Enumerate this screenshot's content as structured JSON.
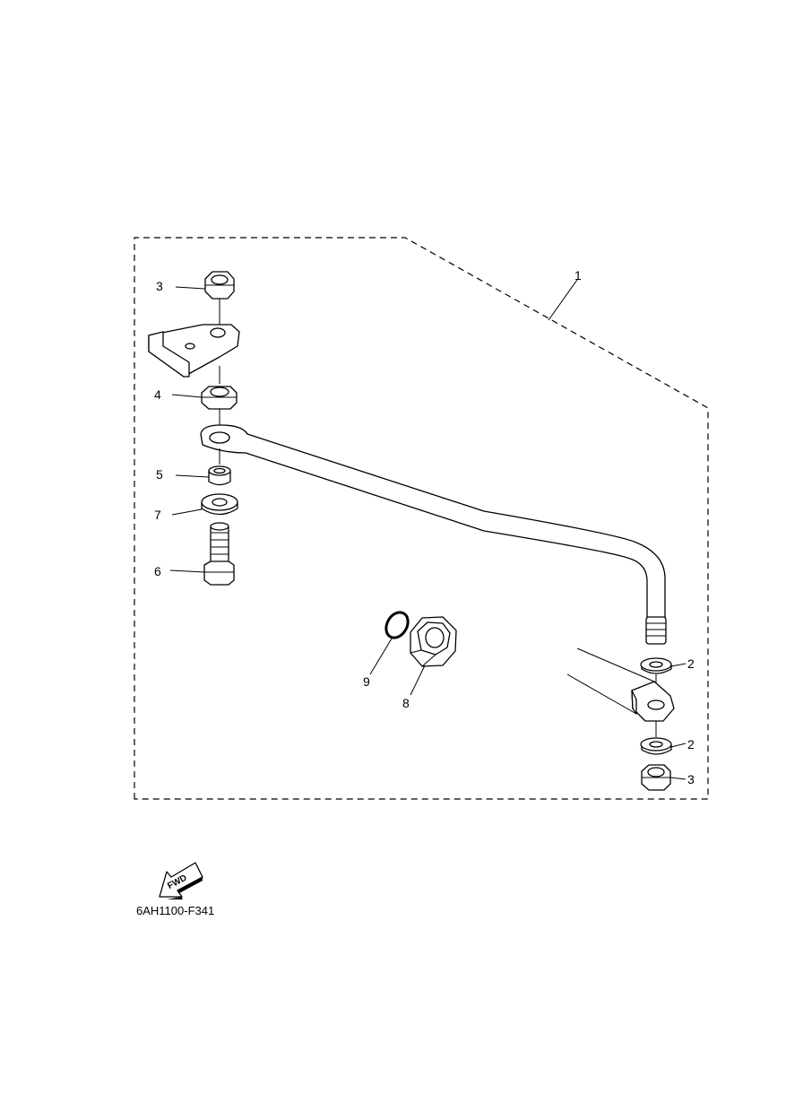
{
  "diagram": {
    "callouts": {
      "c1": "1",
      "c2a": "2",
      "c2b": "2",
      "c3a": "3",
      "c3b": "3",
      "c4": "4",
      "c5": "5",
      "c6": "6",
      "c7": "7",
      "c8": "8",
      "c9": "9"
    },
    "fwd_label": "FWD",
    "drawing_code": "6AH1100-F341"
  },
  "icons": [
    "fwd-arrow-icon"
  ],
  "colors": {
    "line": "#000000",
    "background": "#ffffff"
  }
}
